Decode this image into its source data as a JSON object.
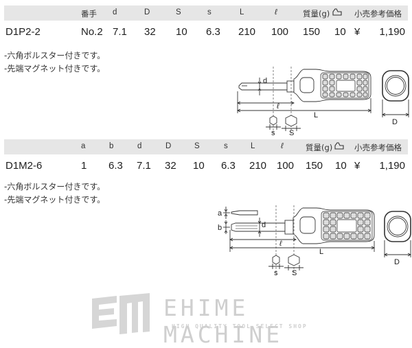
{
  "blocks": [
    {
      "model": "D1P2-2",
      "headers": {
        "bango": "番手",
        "d": "d",
        "D": "D",
        "S": "S",
        "s": "s",
        "L": "L",
        "l": "ℓ",
        "weight": "質量(g)",
        "qty_icon": "⏢",
        "price": "小売参考価格"
      },
      "values": {
        "bango": "No.2",
        "d": "7.1",
        "D": "32",
        "S": "10",
        "s": "6.3",
        "L": "210",
        "l": "100",
        "weight": "150",
        "qty": "10",
        "yen": "¥",
        "price": "1,190"
      },
      "notes": [
        "-六角ボルスター付きです。",
        "-先端マグネット付きです。"
      ],
      "diagram_labels": {
        "d": "d",
        "l": "ℓ",
        "L": "L",
        "s": "s",
        "S": "S",
        "D": "D"
      }
    },
    {
      "model": "D1M2-6",
      "headers": {
        "a": "a",
        "b": "b",
        "d": "d",
        "D": "D",
        "S": "S",
        "s": "s",
        "L": "L",
        "l": "ℓ",
        "weight": "質量(g)",
        "qty_icon": "⏢",
        "price": "小売参考価格"
      },
      "values": {
        "a": "1",
        "b": "6.3",
        "d": "7.1",
        "D": "32",
        "S": "10",
        "s": "6.3",
        "L": "210",
        "l": "100",
        "weight": "150",
        "qty": "10",
        "yen": "¥",
        "price": "1,190"
      },
      "notes": [
        "-六角ボルスター付きです。",
        "-先端マグネット付きです。"
      ],
      "diagram_labels": {
        "a": "a",
        "b": "b",
        "d": "d",
        "l": "ℓ",
        "L": "L",
        "s": "s",
        "S": "S",
        "D": "D"
      }
    }
  ],
  "watermark": {
    "title": "EHIME MACHINE",
    "subtitle": "HIGH QUALITY TOOL SELECT SHOP",
    "color": "#cfcfcf"
  },
  "colors": {
    "header_band": "#e6e6e6",
    "text": "#1e1e1e",
    "line": "#333333"
  }
}
